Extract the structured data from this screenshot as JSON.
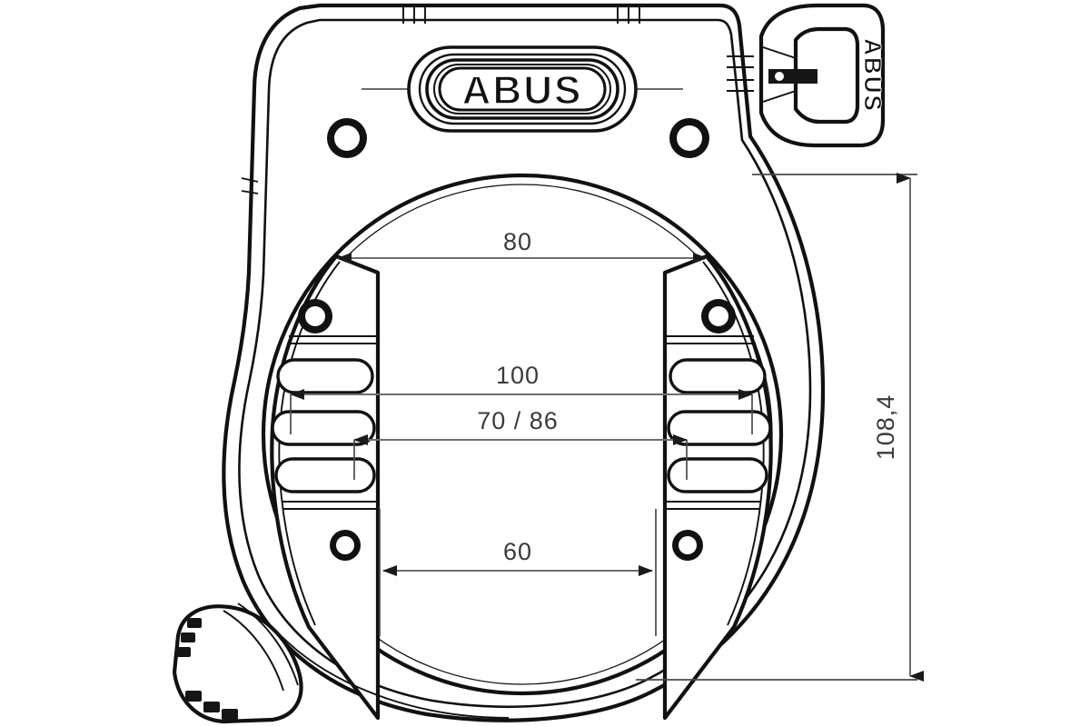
{
  "drawing": {
    "title": "ABUS frame lock technical dimension drawing",
    "brand_logo_text": "ABUS",
    "key_head_text": "ABUS",
    "units_note": "",
    "line_color": "#111111",
    "dimension_color": "#6e6e6e",
    "background_color": "#ffffff"
  },
  "dimensions": {
    "shackle_opening_top": {
      "label": "80",
      "orientation": "horizontal",
      "arrow_style": "outward"
    },
    "arm_span_outer": {
      "label": "100",
      "orientation": "horizontal",
      "arrow_style": "outward"
    },
    "tire_width_range": {
      "label": "70 / 86",
      "orientation": "horizontal",
      "arrow_style": "outward"
    },
    "mount_gap": {
      "label": "60",
      "orientation": "horizontal",
      "arrow_style": "inward"
    },
    "overall_height": {
      "label": "108,4",
      "orientation": "vertical",
      "arrow_style": "inward"
    }
  },
  "components": {
    "lock_body": "frame-lock-housing",
    "logo_badge": "abus-oval-badge",
    "key": "lock-key-with-head",
    "thumb_lever": "ribbed-thumb-lever",
    "mounting_holes": 4,
    "side_slots_per_arm": 3
  }
}
